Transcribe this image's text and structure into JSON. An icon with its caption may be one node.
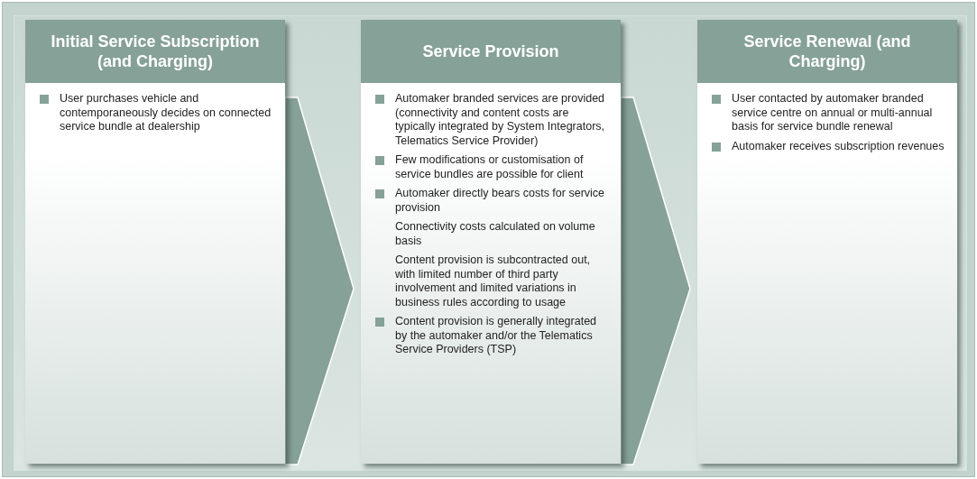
{
  "diagram": {
    "nodes": [
      {
        "text": [
          "Initial Service Subscription (and Charging)",
          "User purchases vehicle and contemporaneously decides on connected service bundle at dealership"
        ]
      },
      {
        "text": [
          "Service Provision",
          "Automaker branded services are provided (connectivity and content costs are typically integrated by System Integrators, Telematics Service Provider)",
          "Few modifications or customisation of service bundles are possible for client",
          "Automaker directly bears costs for service provision",
          "Connectivity costs calculated on volume basis",
          "Content provision is subcontracted out, with limited number of third party involvement and limited variations in business rules according to usage",
          "Content provision is generally integrated by the automaker and/or the Telematics Service Providers (TSP)"
        ]
      },
      {
        "text": [
          "Service Renewal (and Charging)",
          "User contacted by automaker branded service centre on annual or multi-annual basis for service bundle renewal",
          "Automaker receives subscription revenues"
        ]
      }
    ],
    "edges": [
      {
        "from": 0,
        "to": 1,
        "arrow": "to"
      },
      {
        "from": 1,
        "to": 2,
        "arrow": "to"
      }
    ]
  }
}
